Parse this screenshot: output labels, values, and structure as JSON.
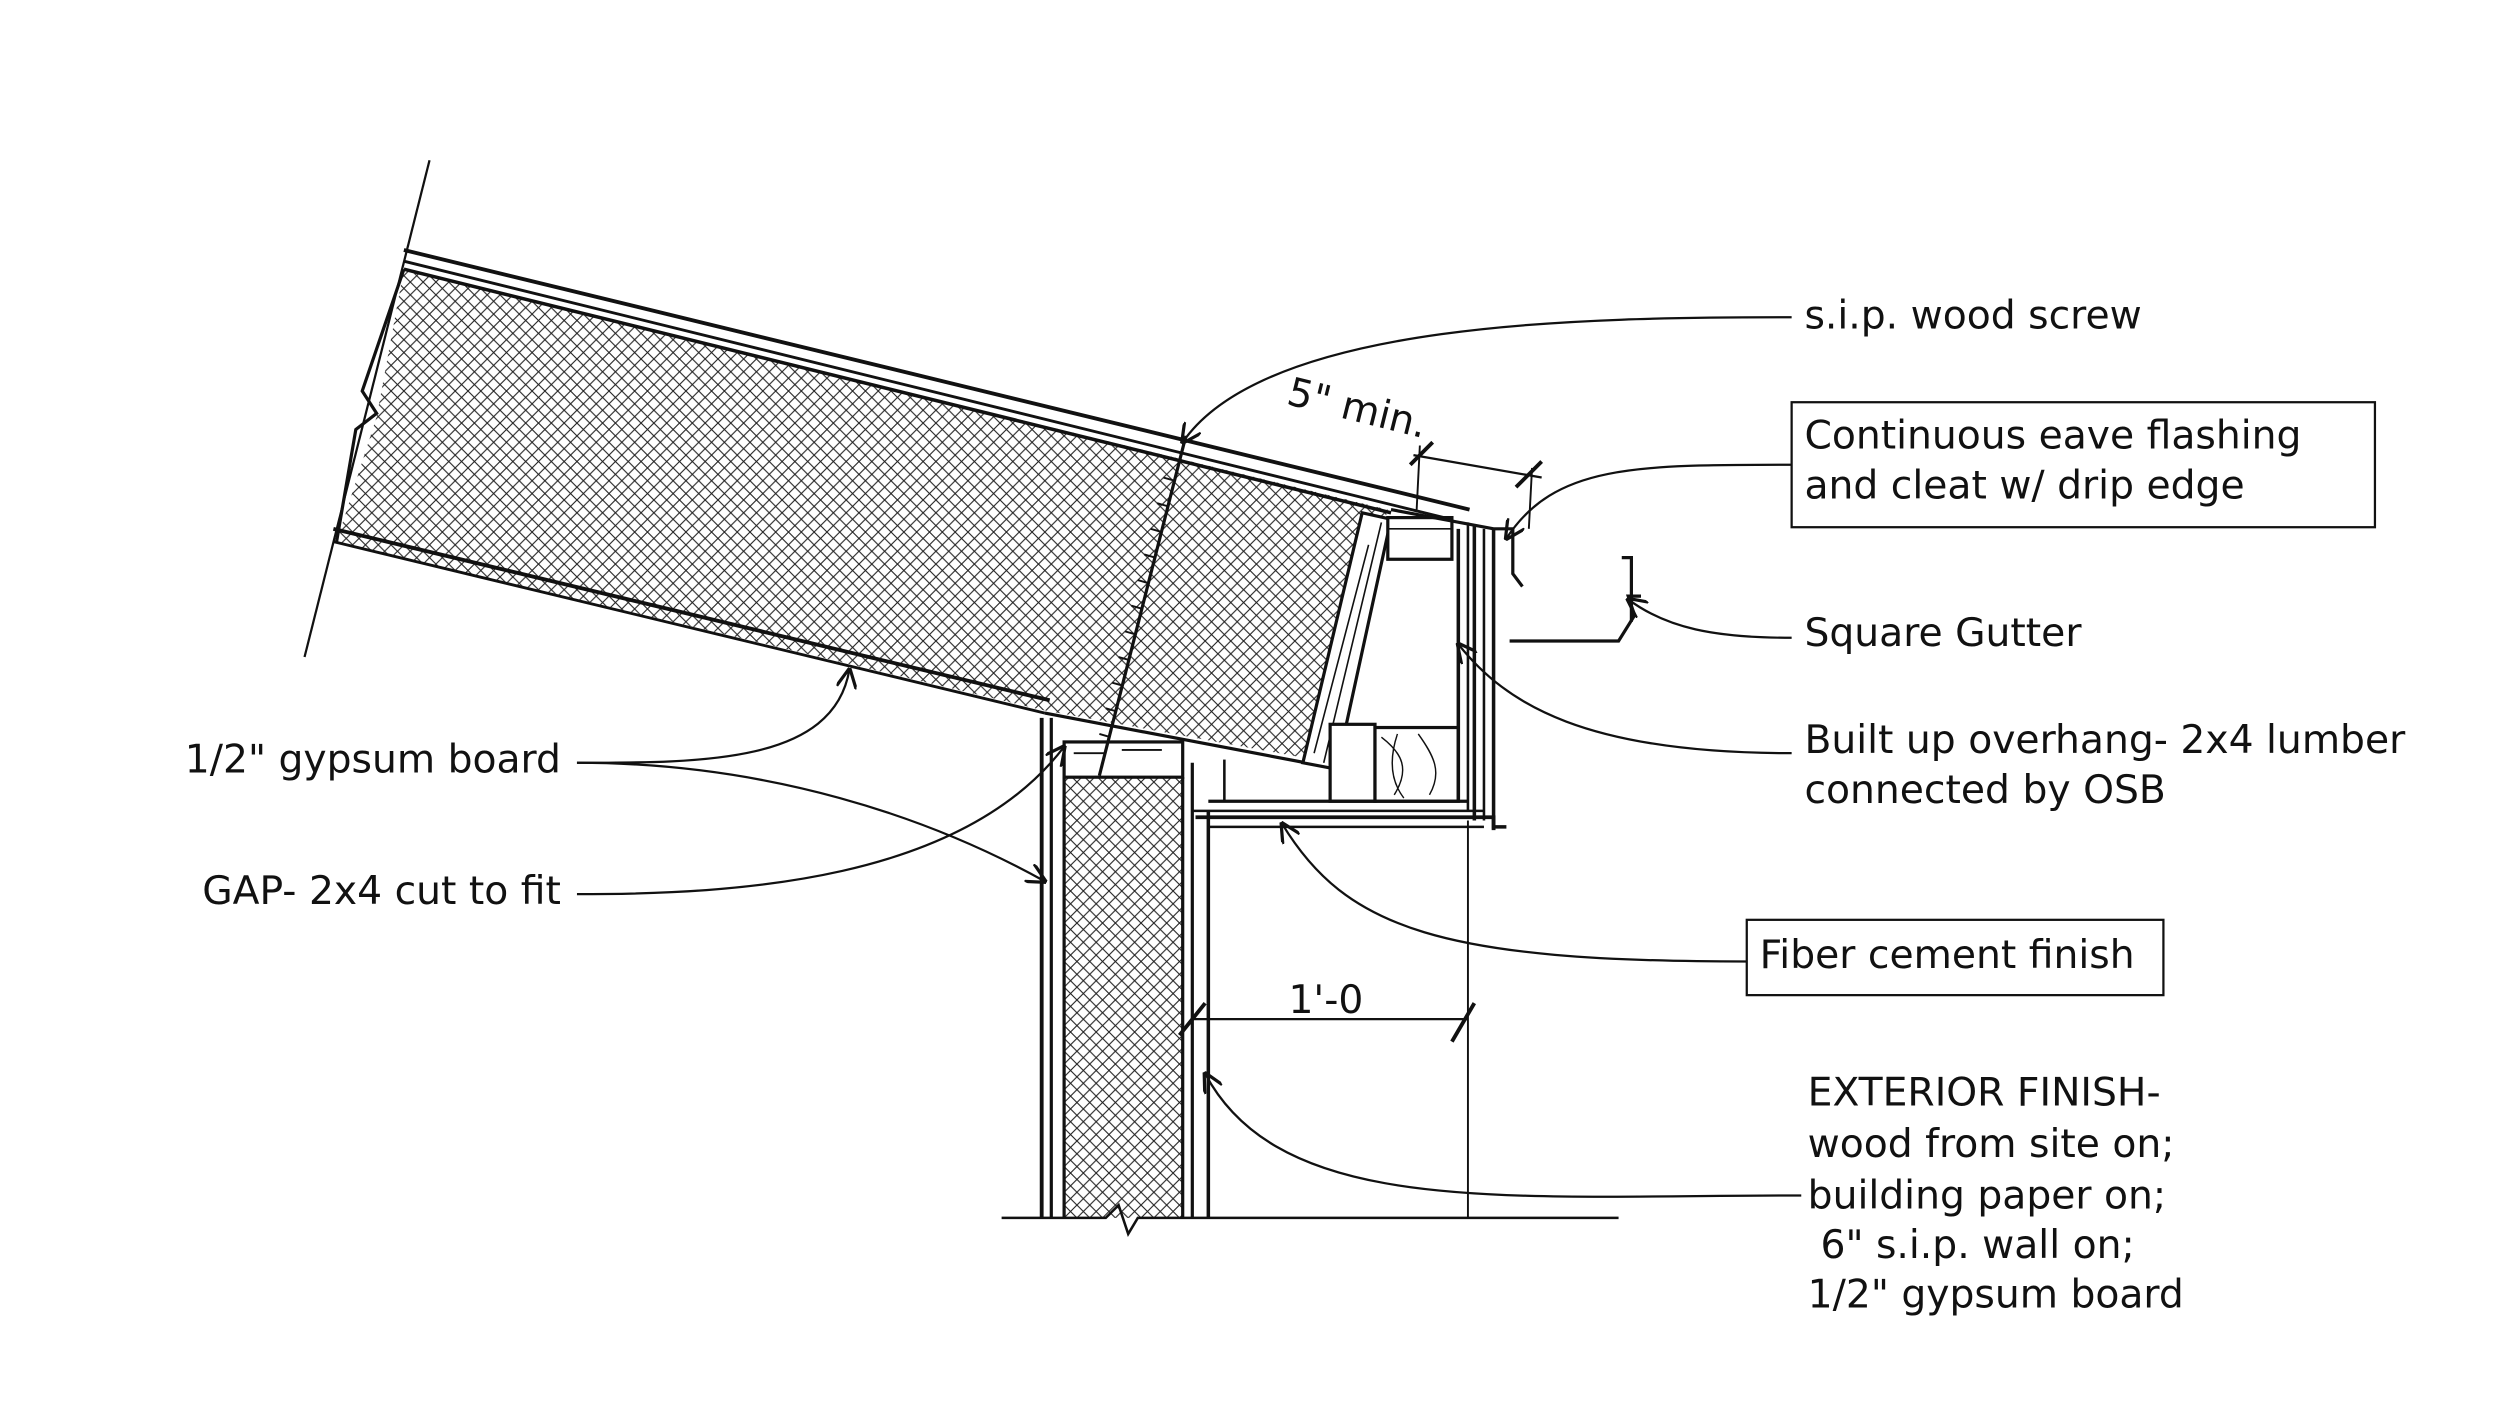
{
  "labels": {
    "sip_screw": "s.i.p. wood screw",
    "eave_flashing_1": "Continuous eave flashing",
    "eave_flashing_2": "and cleat w/ drip edge",
    "gutter": "Square Gutter",
    "overhang_1": "Built up overhang- 2x4 lumber",
    "overhang_2": "connected by OSB",
    "gypsum": "1/2\" gypsum board",
    "gap": "GAP- 2x4 cut to fit",
    "fiber_cement": "Fiber cement finish",
    "ext_1": "EXTERIOR FINISH-",
    "ext_2": "wood from site on;",
    "ext_3": "building paper on;",
    "ext_4": "6\" s.i.p. wall on;",
    "ext_5": "1/2\" gypsum board"
  },
  "dimensions": {
    "min_clearance": "5\" min.",
    "overhang": "1'-0"
  }
}
